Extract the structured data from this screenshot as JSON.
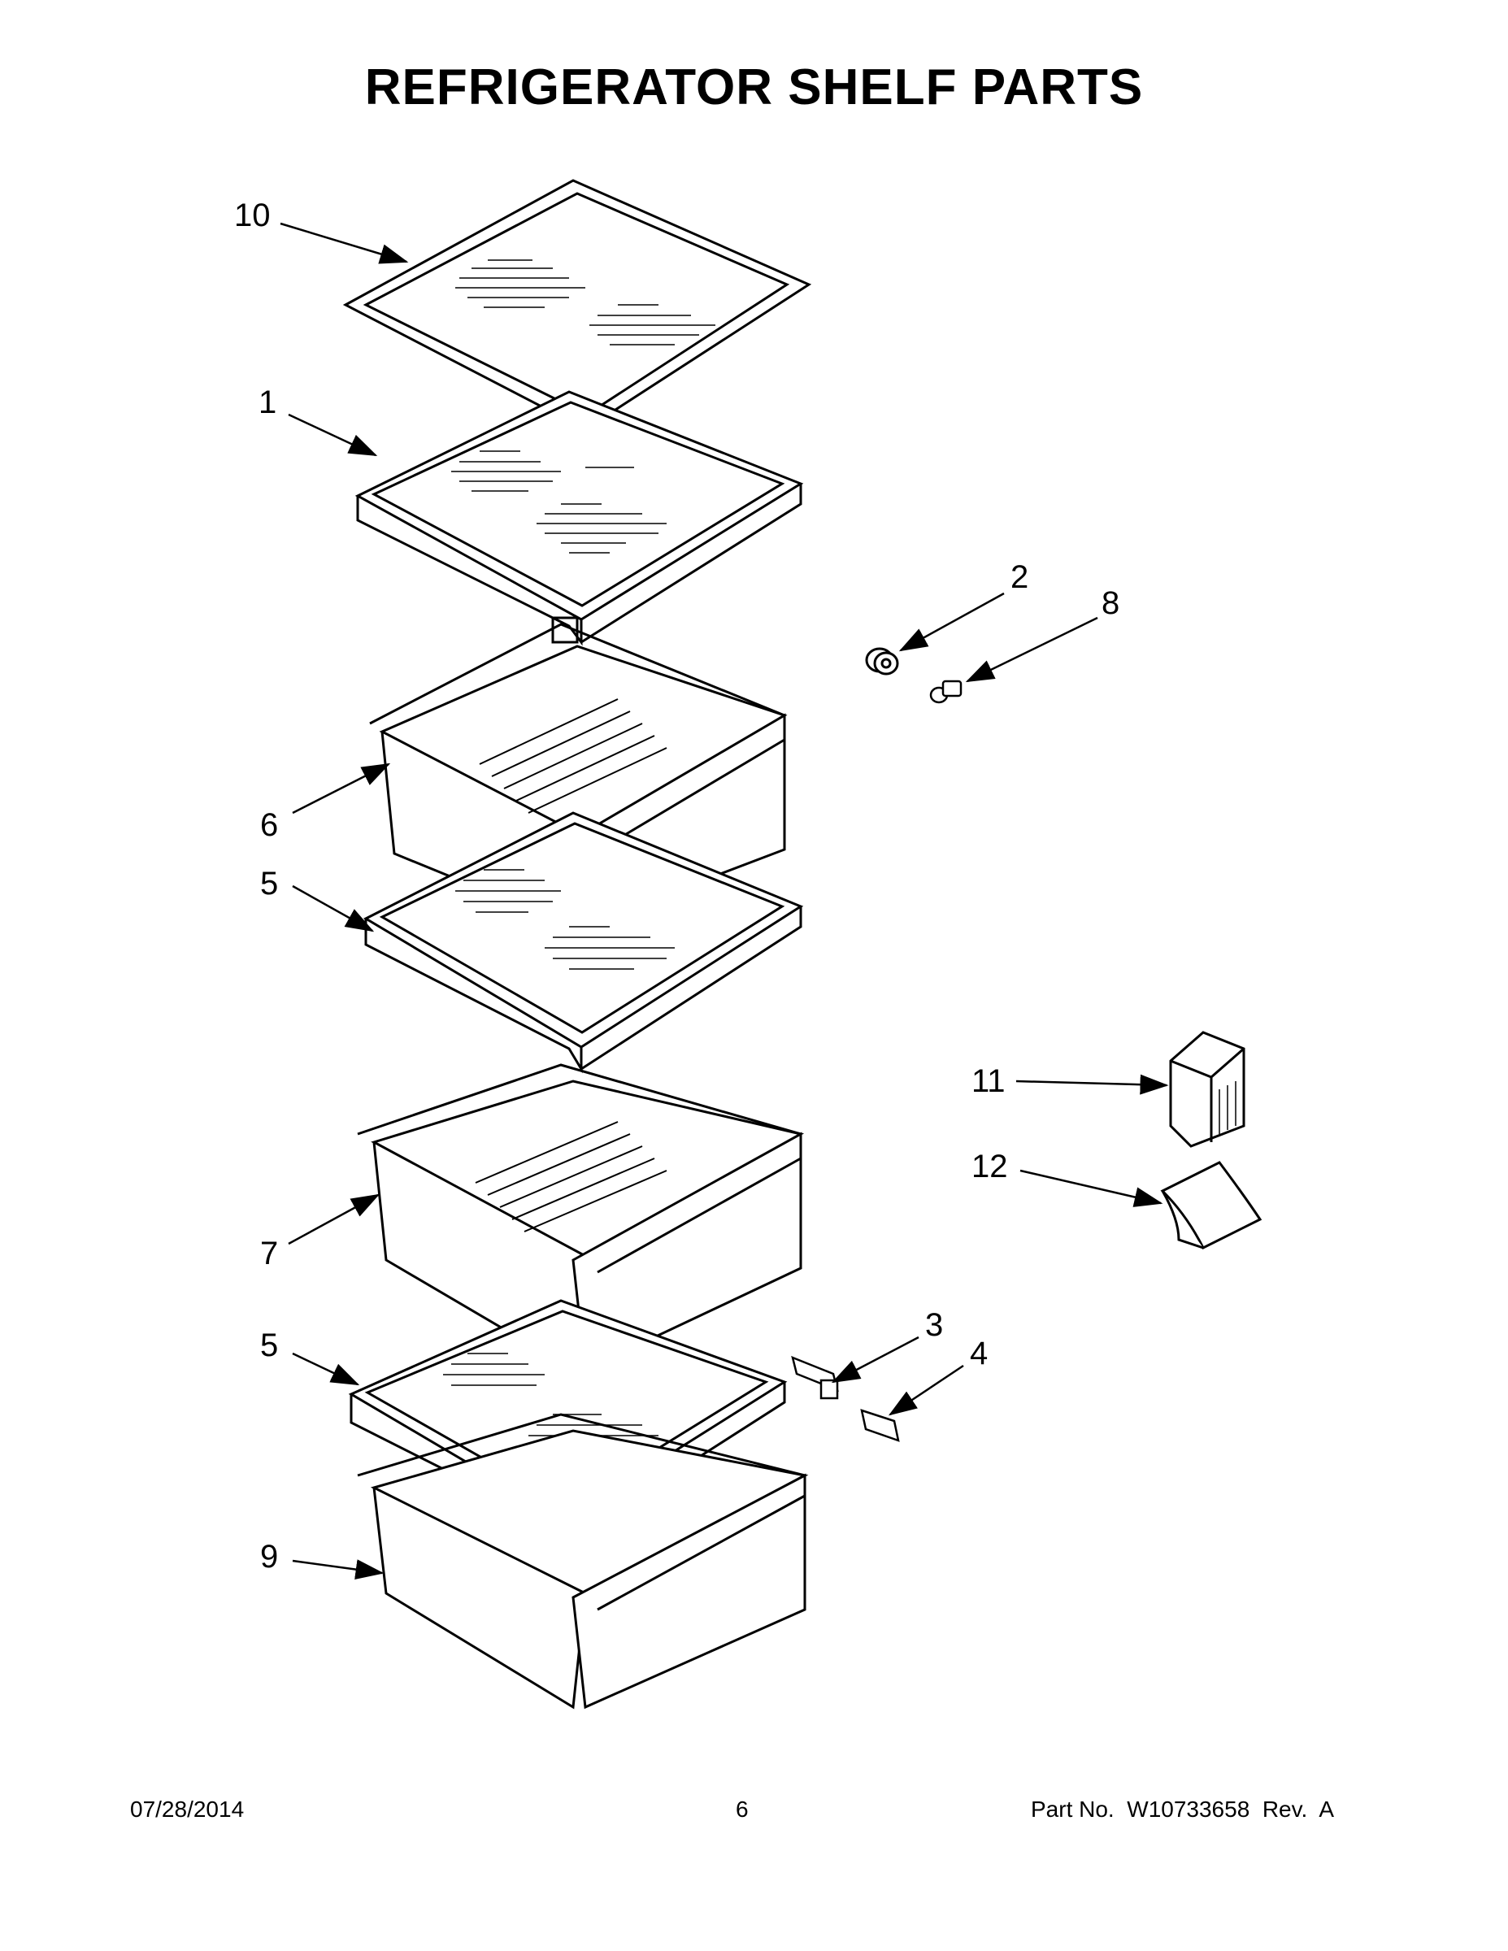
{
  "title": "REFRIGERATOR SHELF PARTS",
  "callouts": [
    "10",
    "1",
    "2",
    "8",
    "6",
    "5",
    "11",
    "12",
    "7",
    "3",
    "4",
    "5",
    "9"
  ],
  "footer": {
    "date": "07/28/2014",
    "page": "6",
    "part_no": "Part No.  W10733658  Rev.  A"
  }
}
